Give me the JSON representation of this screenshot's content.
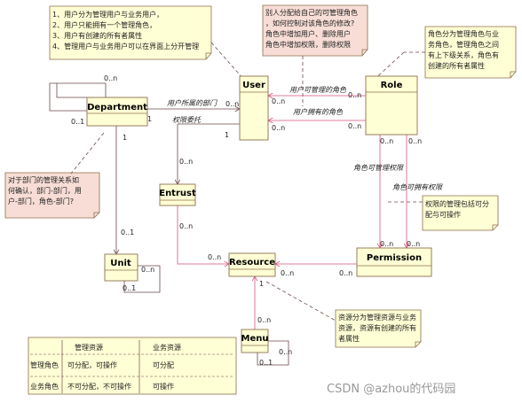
{
  "notes": {
    "top_left": [
      "1、用户分为管理用户与业务用户，",
      "2、用户只能拥有一个管理角色，",
      "3、用户有创建的所有者属性",
      "4、管理用户与业务用户可以在界面上分开管理"
    ],
    "top_middle": [
      "别人分配给自己的可管理角色",
      "，如何控制对该角色的修改?",
      "角色中增加用户、删除用户",
      "角色中增加权限，删除权限"
    ],
    "top_right": [
      "角色分为管理角色与业",
      "务角色，管理角色之间",
      "有上下级关系，角色有",
      "创建的所有者属性"
    ],
    "left_mid": [
      "对于部门的管理关系如",
      "何确认，部门-部门，用",
      "户-部门，角色-部门?"
    ],
    "right_perm": [
      "权限的管理包括可分",
      "配与可操作"
    ],
    "resource": [
      "资源分为管理资源与业务",
      "资源，资源有创建的所有",
      "者属性"
    ]
  },
  "classes": {
    "department": "Department",
    "user": "User",
    "role": "Role",
    "entrust": "Entrust",
    "unit": "Unit",
    "resource": "Resource",
    "permission": "Permission",
    "menu": "Menu"
  },
  "labels": {
    "dept_user_assoc": "用户所属的部门",
    "entrust_assoc": "权限委托",
    "user_role_manage": "用户可管理的角色",
    "user_role_own": "用户拥有的角色",
    "role_perm_manage": "角色可管理权限",
    "role_perm_own": "角色可拥有权限",
    "m_0n": "0..n",
    "m_1": "1",
    "m_01": "0..1"
  },
  "table": {
    "headers": [
      "",
      "管理资源",
      "业务资源"
    ],
    "rows": [
      [
        "管理角色",
        "可分配，可操作",
        "可分配"
      ],
      [
        "业务角色",
        "不可分配，不可操作",
        "可操作"
      ]
    ]
  },
  "watermark": "CSDN @azhou的代码园",
  "colors": {
    "note_fill": "#ffffd5",
    "note_pink": "#f7ddd5",
    "line_dark": "#6b4a4a",
    "line_pink": "#d9537c"
  }
}
